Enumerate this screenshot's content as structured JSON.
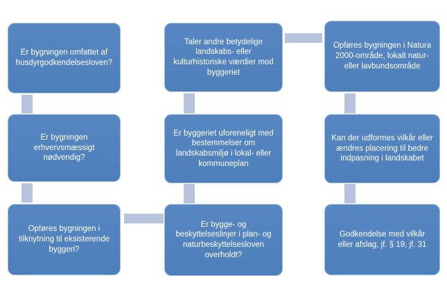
{
  "diagram": {
    "type": "flowchart",
    "language": "Danish",
    "colors": {
      "node_fill": "#4f81bd",
      "node_border": "#a3bcda",
      "node_text": "#ffffff",
      "connector": "#b7c4db",
      "background": "#ffffff"
    },
    "nodes": [
      {
        "id": "q1",
        "column": 1,
        "row": 1,
        "text": "Er bygningen omfattet af husdyrgodkendelsesloven?"
      },
      {
        "id": "q2",
        "column": 1,
        "row": 2,
        "text": "Er bygningen erhvervsmæssigt nødvendig?"
      },
      {
        "id": "q3",
        "column": 1,
        "row": 3,
        "text": "Opføres bygningen i tilknytning til eksisterende byggeri?"
      },
      {
        "id": "q4",
        "column": 2,
        "row": 1,
        "text": "Taler andre betydelige landskabs- eller kulturhistoriske værdier mod byggeriet"
      },
      {
        "id": "q5",
        "column": 2,
        "row": 2,
        "text": "Er byggeriet uforeneligt med bestemmelser om landskabsmiljø i lokal- eller kommuneplan"
      },
      {
        "id": "q6",
        "column": 2,
        "row": 3,
        "text": "Er bygge- og beskyttelseslinjer i plan- og naturbeskyttelsesloven overholdt?"
      },
      {
        "id": "q7",
        "column": 3,
        "row": 1,
        "text": "Opføres bygningen i Natura 2000-område, lokalt natur- eller lavbundsområde"
      },
      {
        "id": "q8",
        "column": 3,
        "row": 2,
        "text": "Kan der udformes vilkår eller ændres placering til bedre indpasning i landskabet"
      },
      {
        "id": "q9",
        "column": 3,
        "row": 3,
        "text": "Godkendelse med vilkår eller afslag, jf. § 19, jf. 31"
      }
    ],
    "connectors": [
      {
        "from": "q1",
        "to": "q2",
        "orientation": "vertical"
      },
      {
        "from": "q2",
        "to": "q3",
        "orientation": "vertical"
      },
      {
        "from": "q3",
        "to": "q6",
        "orientation": "horizontal"
      },
      {
        "from": "q6",
        "to": "q5",
        "orientation": "vertical"
      },
      {
        "from": "q5",
        "to": "q4",
        "orientation": "vertical"
      },
      {
        "from": "q4",
        "to": "q7",
        "orientation": "horizontal"
      },
      {
        "from": "q7",
        "to": "q8",
        "orientation": "vertical"
      },
      {
        "from": "q8",
        "to": "q9",
        "orientation": "vertical"
      }
    ]
  }
}
